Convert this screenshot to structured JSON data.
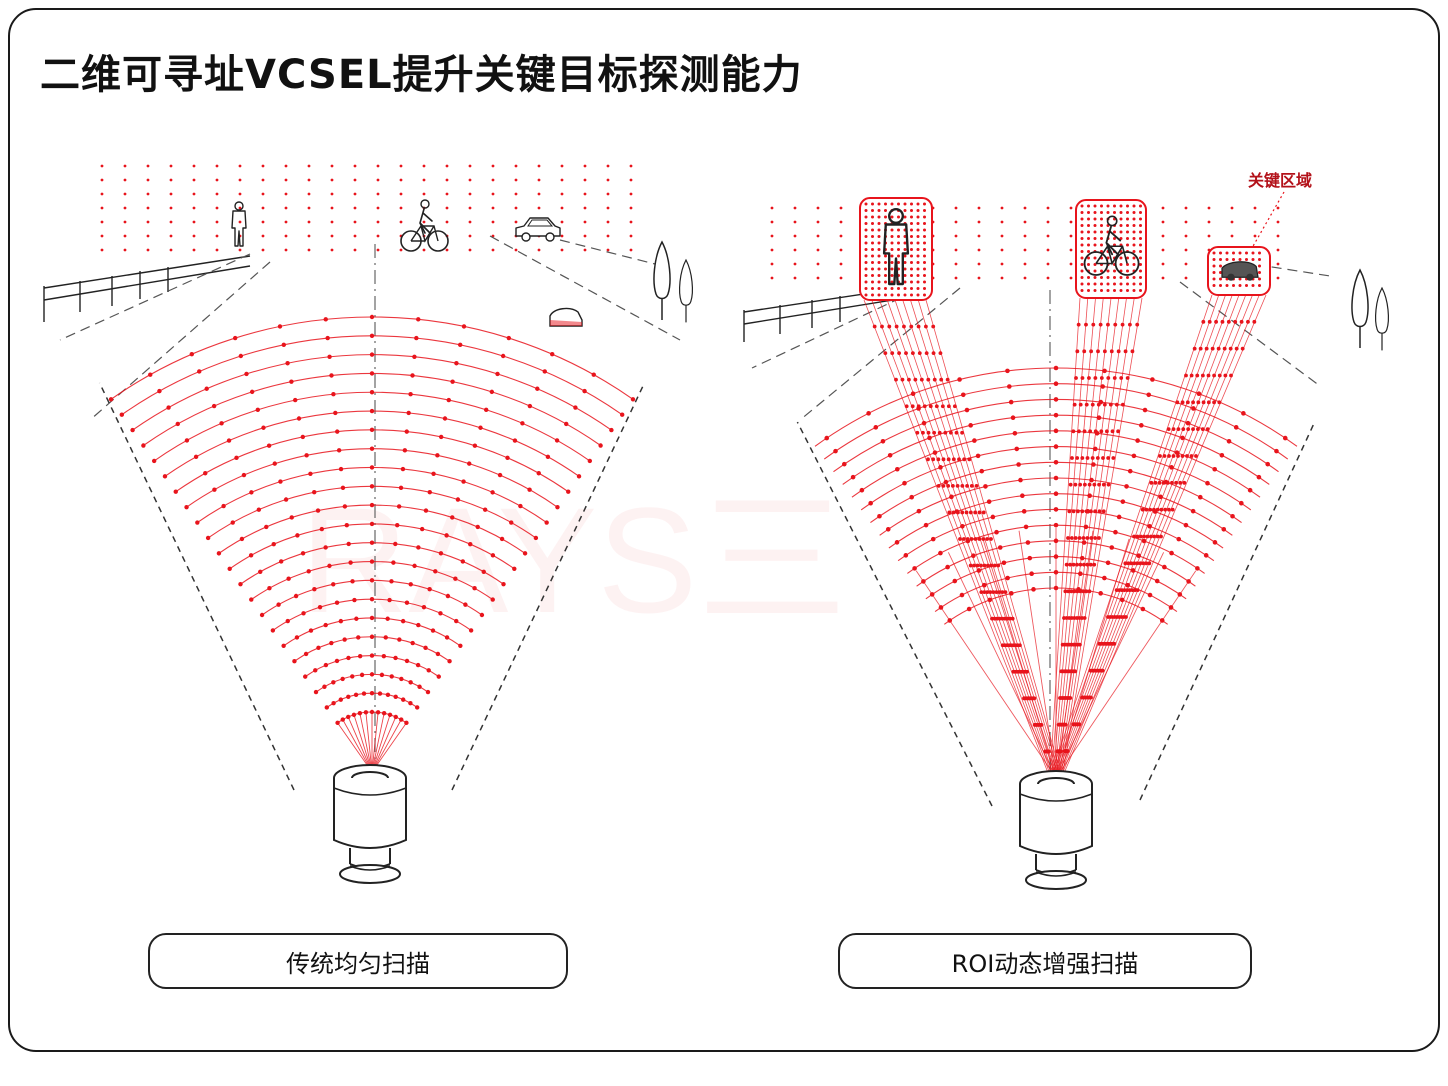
{
  "title": "二维可寻址VCSEL提升关键目标探测能力",
  "left_panel": {
    "caption": "传统均匀扫描"
  },
  "right_panel": {
    "caption": "ROI动态增强扫描",
    "roi_callout": "关键区域"
  },
  "watermark": "RAYS三",
  "colors": {
    "laser": "#e8141c",
    "ink": "#222222",
    "frame": "#1a1a1a"
  },
  "icons": [
    "pedestrian-icon",
    "cyclist-icon",
    "car-icon",
    "tree-icon",
    "guardrail-icon",
    "lidar-sensor-icon",
    "rock-icon"
  ]
}
